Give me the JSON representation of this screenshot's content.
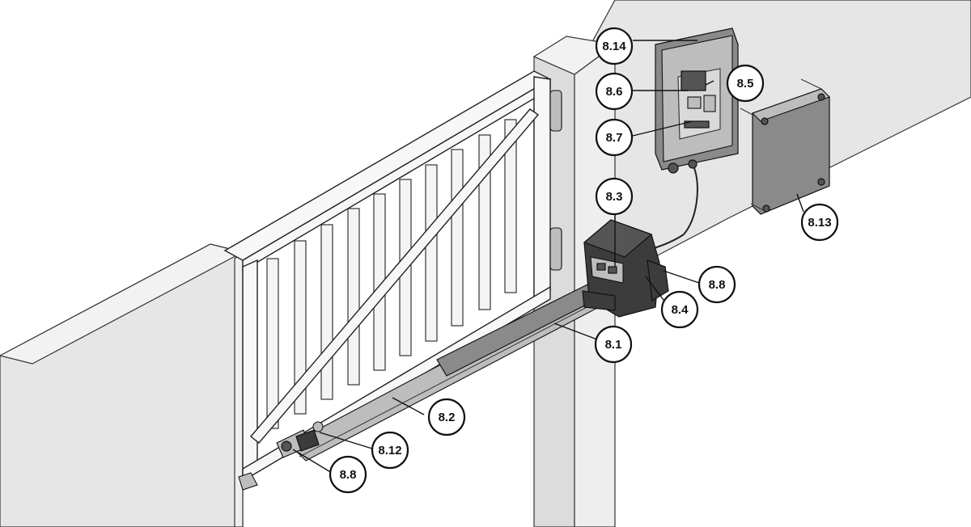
{
  "callouts": [
    {
      "id": "8.14",
      "label": "8.14"
    },
    {
      "id": "8.6",
      "label": "8.6"
    },
    {
      "id": "8.5",
      "label": "8.5"
    },
    {
      "id": "8.7",
      "label": "8.7"
    },
    {
      "id": "8.3",
      "label": "8.3"
    },
    {
      "id": "8.13",
      "label": "8.13"
    },
    {
      "id": "8.8a",
      "label": "8.8"
    },
    {
      "id": "8.4",
      "label": "8.4"
    },
    {
      "id": "8.1",
      "label": "8.1"
    },
    {
      "id": "8.2",
      "label": "8.2"
    },
    {
      "id": "8.12",
      "label": "8.12"
    },
    {
      "id": "8.8b",
      "label": "8.8"
    }
  ]
}
